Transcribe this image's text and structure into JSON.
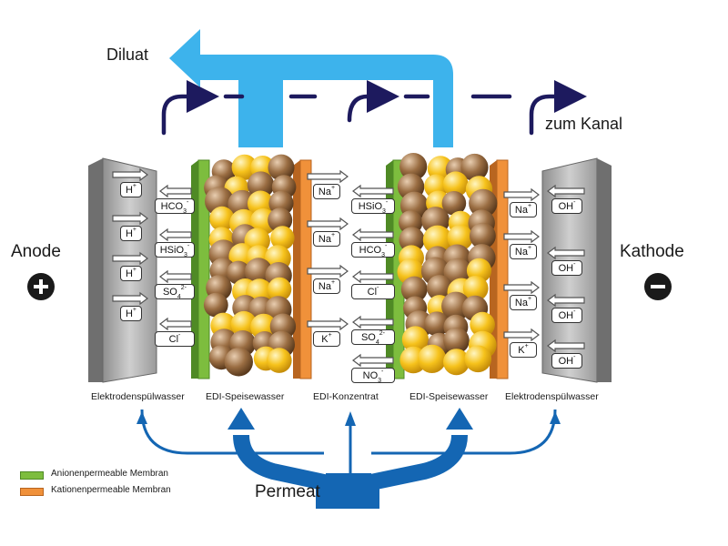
{
  "top": {
    "diluat": "Diluat",
    "zum_kanal": "zum Kanal"
  },
  "electrodes": {
    "anode": "Anode",
    "kathode": "Kathode",
    "plus_symbol": "+",
    "minus_symbol": "−"
  },
  "bottom": {
    "compartments": [
      "Elektrodenspülwasser",
      "EDI-Speisewasser",
      "EDI-Konzentrat",
      "EDI-Speisewasser",
      "Elektrodenspülwasser"
    ],
    "permeat": "Permeat"
  },
  "legend": [
    {
      "label": "Anionenpermeable Membran",
      "color": "#7dbd3e"
    },
    {
      "label": "Kationenpermeable Membran",
      "color": "#f0913a"
    }
  ],
  "ions": {
    "anode_h": [
      "H+",
      "H+",
      "H+",
      "H+"
    ],
    "anode_anions": [
      "HCO3-",
      "HSiO3-",
      "SO42-",
      "Cl-"
    ],
    "conc_na": [
      "Na+",
      "Na+",
      "Na+",
      "K+"
    ],
    "conc_anions": [
      "HSiO3-",
      "HCO3-",
      "Cl-",
      "SO42-",
      "NO3-"
    ],
    "cath_cations": [
      "Na+",
      "Na+",
      "Na+",
      "K+"
    ],
    "cath_oh": [
      "OH-",
      "OH-",
      "OH-",
      "OH-"
    ]
  },
  "colors": {
    "diluat_flow": "#3db3ec",
    "permeat_flow": "#1466b3",
    "kanal_flow": "#1d1a5e",
    "anion_membrane": "#7dbd3e",
    "cation_membrane": "#f0913a",
    "electrode_plate": "#a8a8a8",
    "resin_yellow": "#f6c21b",
    "resin_brown": "#8c6238"
  }
}
